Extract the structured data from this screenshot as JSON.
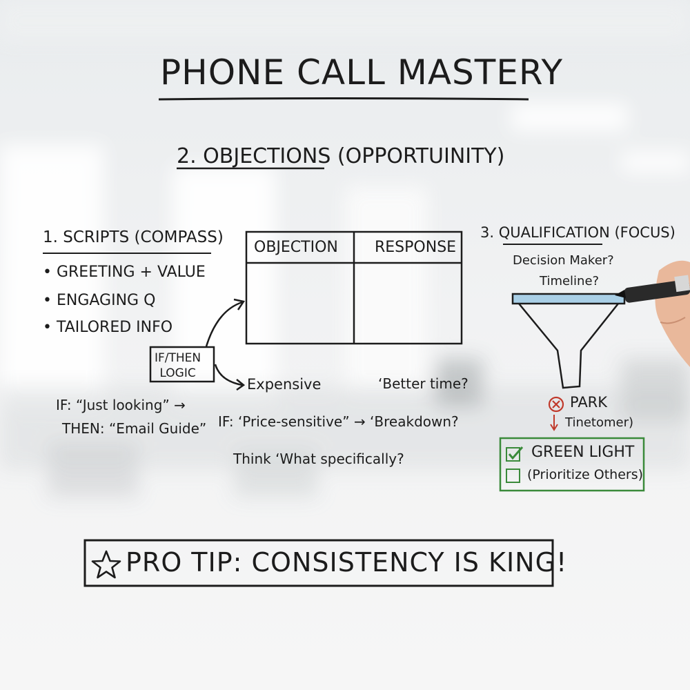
{
  "title": "PHONE CALL MASTERY",
  "objections": {
    "heading": "2. OBJECTIONS (OPPORTUINITY)",
    "table_headers": [
      "OBJECTION",
      "RESPONSE"
    ],
    "logic_label": "IF/THEN\nLOGIC",
    "examples": {
      "expensive": "Expensive",
      "better_time": "‘Better time?",
      "if_looking": "IF: “Just looking” →",
      "then_email": "THEN: “Email Guide”",
      "price_sensitive": "IF: ‘Price-sensitive” → ‘Breakdown?",
      "think": "Think   ‘What specifically?"
    }
  },
  "scripts": {
    "heading": "1. SCRIPTS (COMPASS)",
    "bullets": [
      "• GREETING + VALUE",
      "• ENGAGING Q",
      "• TAILORED INFO"
    ]
  },
  "qualification": {
    "heading": "3. QUALIFICATION (FOCUS)",
    "questions": [
      "Decision Maker?",
      "Timeline?"
    ],
    "park": "PARK",
    "park_note": "Tinetomer)",
    "checklist": [
      "GREEN LIGHT",
      "(Prioritize Others)"
    ],
    "checklist_checked": [
      true,
      false
    ]
  },
  "pro_tip": "PRO TIP: CONSISTENCY IS KING!",
  "colors": {
    "ink": "#1c1c1c",
    "green": "#3a8a3a",
    "red": "#c0392b",
    "funnel_top": "#a9cfe6"
  },
  "icons": [
    "star-icon",
    "x-circle-icon",
    "down-arrow-icon",
    "checkbox-checked-icon",
    "checkbox-empty-icon",
    "funnel-icon",
    "marker-hand-icon"
  ]
}
